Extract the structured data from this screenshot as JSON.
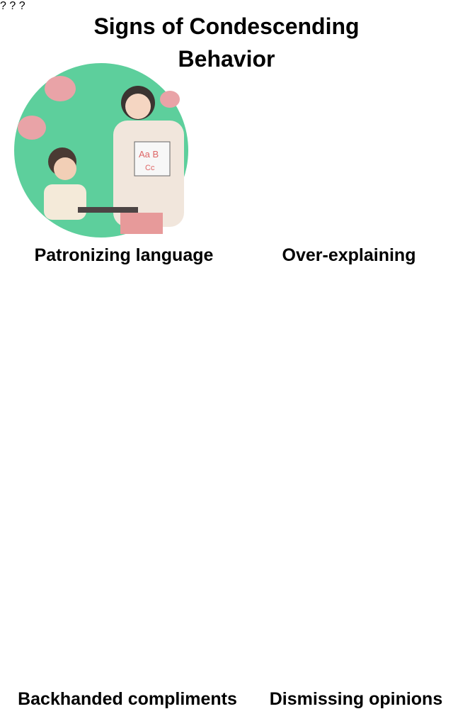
{
  "title_line1": "Signs of Condescending",
  "title_line2": "Behavior",
  "signs": [
    {
      "label": "Patronizing language"
    },
    {
      "label": "Over-explaining"
    },
    {
      "label": "Backhanded compliments"
    },
    {
      "label": "Dismissing opinions"
    }
  ],
  "card_text": {
    "line1": "Aa B",
    "line2": "Cc"
  },
  "colors": {
    "circle": "#5dcf9c",
    "arrow_green": "#1e3b2b",
    "arrow_black": "#111111"
  }
}
